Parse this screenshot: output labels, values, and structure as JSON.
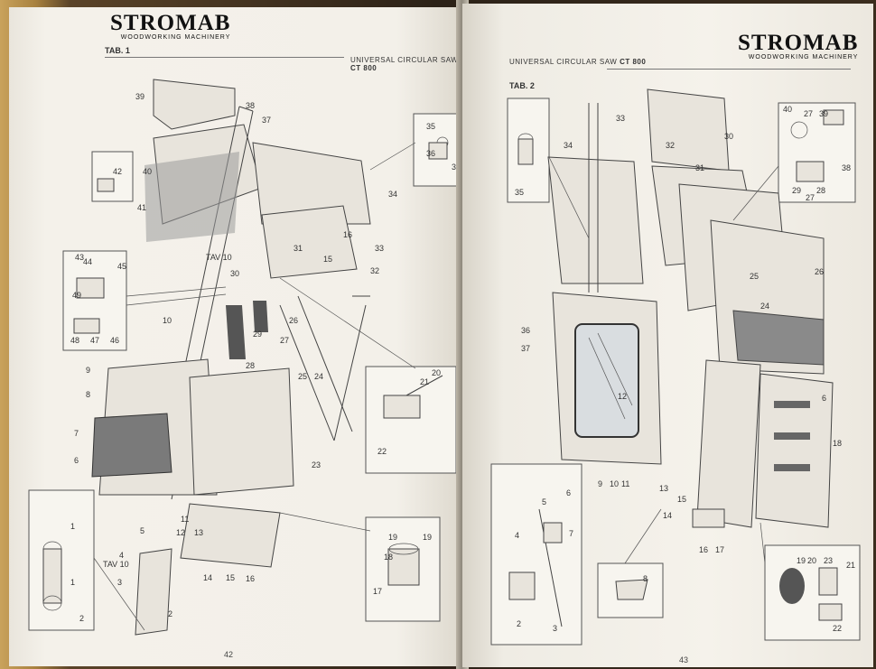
{
  "left_page": {
    "brand": "STROMAB",
    "brand_tagline": "WOODWORKING MACHINERY",
    "tab_label": "TAB. 1",
    "header_title": "UNIVERSAL CIRCULAR SAW",
    "header_model": "CT 800",
    "page_number": "42",
    "callouts": [
      "39",
      "38",
      "37",
      "42",
      "40",
      "41",
      "TAV 10",
      "36",
      "35",
      "34",
      "33",
      "32",
      "31",
      "30",
      "16",
      "15",
      "49",
      "48",
      "47",
      "46",
      "45",
      "44",
      "43",
      "10",
      "9",
      "8",
      "7",
      "6",
      "1",
      "2",
      "3",
      "4",
      "5",
      "TAV 10",
      "11",
      "12",
      "13",
      "14",
      "15",
      "16",
      "17",
      "18",
      "19",
      "20",
      "21",
      "22",
      "23",
      "24",
      "25",
      "26",
      "27",
      "28",
      "29"
    ]
  },
  "right_page": {
    "brand": "STROMAB",
    "brand_tagline": "WOODWORKING MACHINERY",
    "tab_label": "TAB. 2",
    "header_title": "UNIVERSAL CIRCULAR SAW",
    "header_model": "CT 800",
    "page_number": "43",
    "callouts": [
      "35",
      "34",
      "33",
      "32",
      "31",
      "30",
      "40",
      "27",
      "39",
      "38",
      "29",
      "28",
      "27",
      "25",
      "26",
      "24",
      "36",
      "37",
      "12",
      "9",
      "10",
      "11",
      "13",
      "14",
      "15",
      "16",
      "17",
      "18",
      "6",
      "5",
      "4",
      "7",
      "2",
      "3",
      "8",
      "19",
      "20",
      "23",
      "21",
      "22"
    ]
  }
}
